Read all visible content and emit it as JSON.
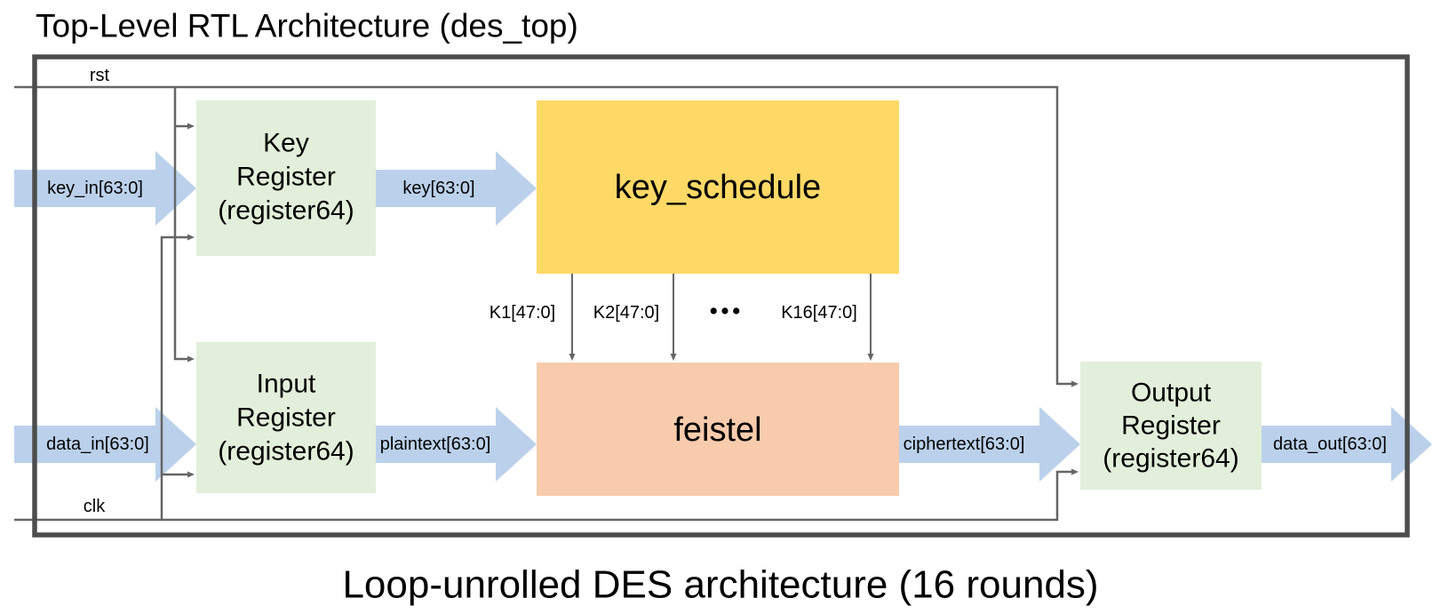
{
  "title": "Top-Level RTL Architecture (des_top)",
  "caption": "Loop-unrolled DES architecture (16 rounds)",
  "signals": {
    "rst": "rst",
    "clk": "clk"
  },
  "blocks": {
    "key_register": {
      "lines": [
        "Key",
        "Register",
        "(register64)"
      ],
      "color": "#E2EFDA"
    },
    "input_register": {
      "lines": [
        "Input",
        "Register",
        "(register64)"
      ],
      "color": "#E2EFDA"
    },
    "output_register": {
      "lines": [
        "Output",
        "Register",
        "(register64)"
      ],
      "color": "#E2EFDA"
    },
    "key_schedule": {
      "label": "key_schedule",
      "color": "#FFD966"
    },
    "feistel": {
      "label": "feistel",
      "color": "#F8CBAD"
    }
  },
  "buses": {
    "key_in": "key_in[63:0]",
    "key": "key[63:0]",
    "data_in": "data_in[63:0]",
    "plaintext": "plaintext[63:0]",
    "ciphertext": "ciphertext[63:0]",
    "data_out": "data_out[63:0]"
  },
  "round_keys": {
    "k1": "K1[47:0]",
    "k2": "K2[47:0]",
    "ellipsis": "•••",
    "k16": "K16[47:0]"
  },
  "colors": {
    "bus_fill": "#BBD1EB",
    "wire": "#666666",
    "border": "#4D4D4D",
    "text": "#000000"
  }
}
